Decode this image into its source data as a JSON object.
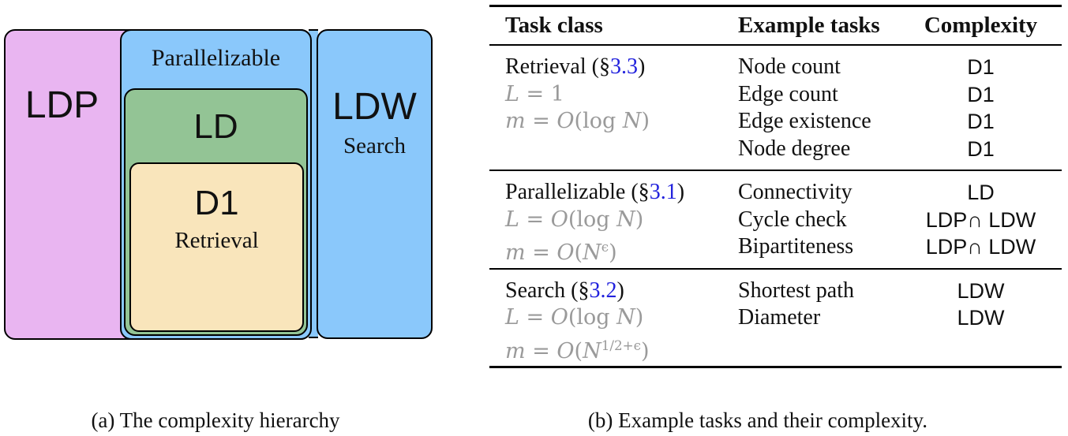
{
  "diagram": {
    "caption": "(a) The complexity hierarchy",
    "colors": {
      "ldp_fill": "#E9B5F1",
      "ldw_fill": "#8AC8FB",
      "ld_fill": "#93C495",
      "d1_fill": "#F9E5BB",
      "border": "#000000"
    },
    "regions": {
      "ldp": {
        "label": "LDP"
      },
      "parallelizable": {
        "label": "Parallelizable"
      },
      "ldw": {
        "label": "LDW",
        "sublabel": "Search"
      },
      "ld": {
        "label": "LD"
      },
      "d1": {
        "label": "D1",
        "sublabel": "Retrieval"
      }
    }
  },
  "table": {
    "caption": "(b) Example tasks and their complexity.",
    "headers": {
      "task_class": "Task class",
      "example_tasks": "Example tasks",
      "complexity": "Complexity"
    },
    "link_color": "#2222DD",
    "muted_color": "#9A9A9A",
    "sections": [
      {
        "task_class": {
          "name_pre": "Retrieval (§",
          "ref": "3.3",
          "name_post": ")",
          "math": [
            "<i>L</i> = 1",
            "<i>m</i> = <i>O</i>(log <i>N</i>)"
          ]
        },
        "rows": [
          {
            "task": "Node count",
            "complexity": "D1"
          },
          {
            "task": "Edge count",
            "complexity": "D1"
          },
          {
            "task": "Edge existence",
            "complexity": "D1"
          },
          {
            "task": "Node degree",
            "complexity": "D1"
          }
        ]
      },
      {
        "task_class": {
          "name_pre": "Parallelizable (§",
          "ref": "3.1",
          "name_post": ")",
          "math": [
            "<i>L</i> = <i>O</i>(log <i>N</i>)",
            "<i>m</i> = <i>O</i>(<i>N</i><sup>ϵ</sup>)"
          ]
        },
        "rows": [
          {
            "task": "Connectivity",
            "complexity": "LD"
          },
          {
            "task": "Cycle check",
            "complexity": "LDP∩ LDW"
          },
          {
            "task": "Bipartiteness",
            "complexity": "LDP∩ LDW"
          }
        ]
      },
      {
        "task_class": {
          "name_pre": "Search (§",
          "ref": "3.2",
          "name_post": ")",
          "math": [
            "<i>L</i> = <i>O</i>(log <i>N</i>)",
            "<i>m</i> = <i>O</i>(<i>N</i><sup>1/2+ϵ</sup>)"
          ]
        },
        "rows": [
          {
            "task": "Shortest path",
            "complexity": "LDW"
          },
          {
            "task": "Diameter",
            "complexity": "LDW"
          }
        ]
      }
    ]
  }
}
